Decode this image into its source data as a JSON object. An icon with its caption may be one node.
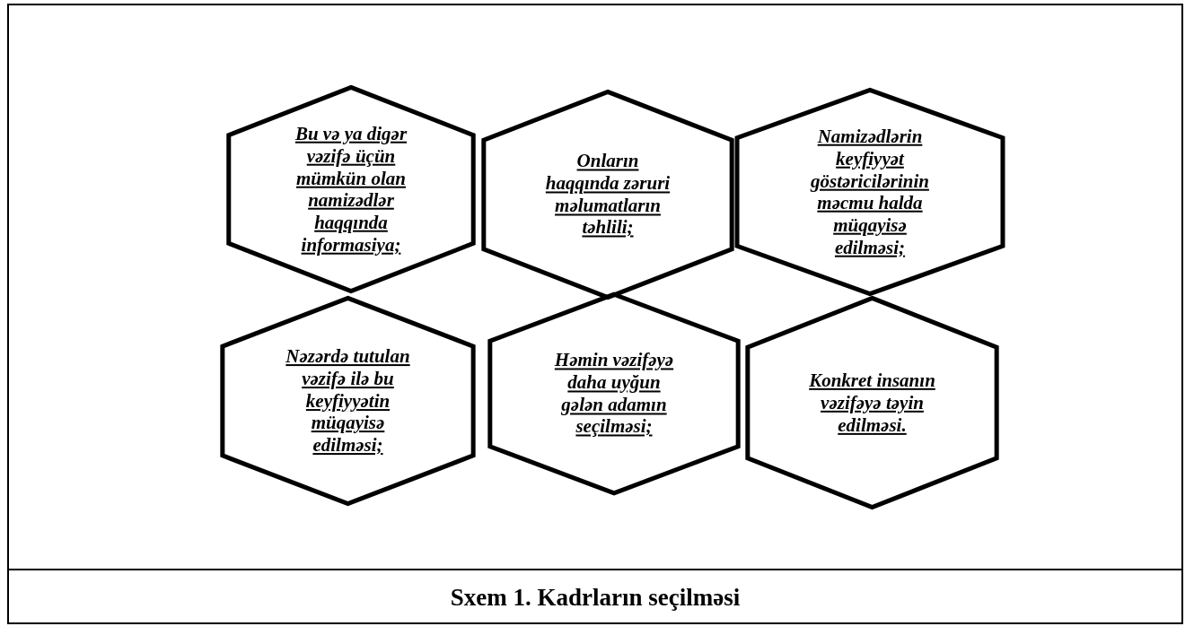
{
  "diagram": {
    "caption": "Sxem 1. Kadrların seçilməsi",
    "nodes": [
      {
        "text": [
          "Bu və ya digər vəzifə üçün mümkün olan namizədlər haqqında informasiya;"
        ]
      },
      {
        "text": [
          "Onların haqqında zəruri məlumatların təhlili;"
        ]
      },
      {
        "text": [
          "Namizədlərin keyfiyyət göstəricilərinin məcmu halda müqayisə edilməsi;"
        ]
      },
      {
        "text": [
          "Nəzərdə tutulan vəzifə ilə bu keyfiyyətin müqayisə edilməsi;"
        ]
      },
      {
        "text": [
          "Həmin vəzifəyə daha uyğun gələn adamın seçilməsi;"
        ]
      },
      {
        "text": [
          "Konkret insanın vəzifəyə təyin edilməsi."
        ]
      }
    ],
    "edges": []
  }
}
